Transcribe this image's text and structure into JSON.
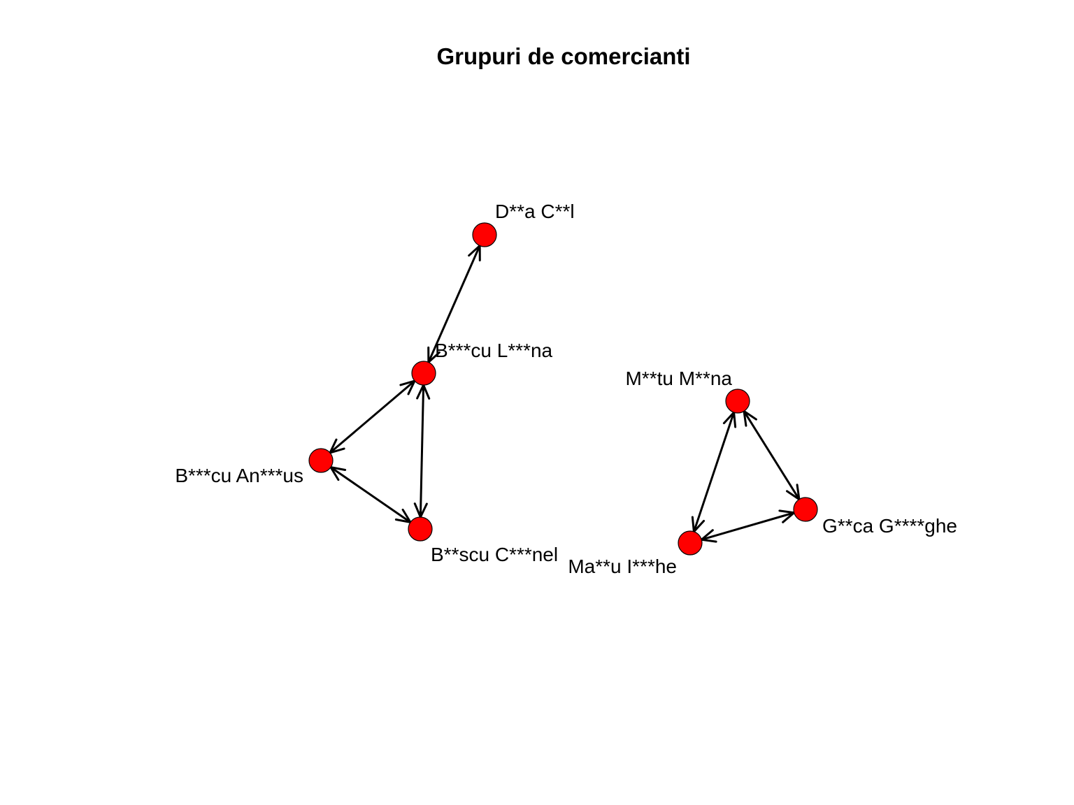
{
  "diagram": {
    "title": "Grupuri de comercianti",
    "colors": {
      "node_fill": "#ff0000",
      "node_stroke": "#000000",
      "edge": "#000000",
      "background": "#ffffff"
    },
    "nodes": [
      {
        "id": "dca",
        "label": "D**a C**l"
      },
      {
        "id": "bln",
        "label": "B***cu L***na"
      },
      {
        "id": "ban",
        "label": "B***cu An***us"
      },
      {
        "id": "bcn",
        "label": "B**scu C***nel"
      },
      {
        "id": "mmn",
        "label": "M**tu M**na"
      },
      {
        "id": "ggh",
        "label": "G**ca G****ghe"
      },
      {
        "id": "mih",
        "label": "Ma**u I***he"
      }
    ],
    "edges": [
      {
        "from": "dca",
        "to": "bln",
        "bidirectional": true
      },
      {
        "from": "bln",
        "to": "ban",
        "bidirectional": true
      },
      {
        "from": "bln",
        "to": "bcn",
        "bidirectional": true
      },
      {
        "from": "ban",
        "to": "bcn",
        "bidirectional": true
      },
      {
        "from": "mmn",
        "to": "ggh",
        "bidirectional": true
      },
      {
        "from": "mmn",
        "to": "mih",
        "bidirectional": true
      },
      {
        "from": "ggh",
        "to": "mih",
        "bidirectional": true
      }
    ]
  }
}
